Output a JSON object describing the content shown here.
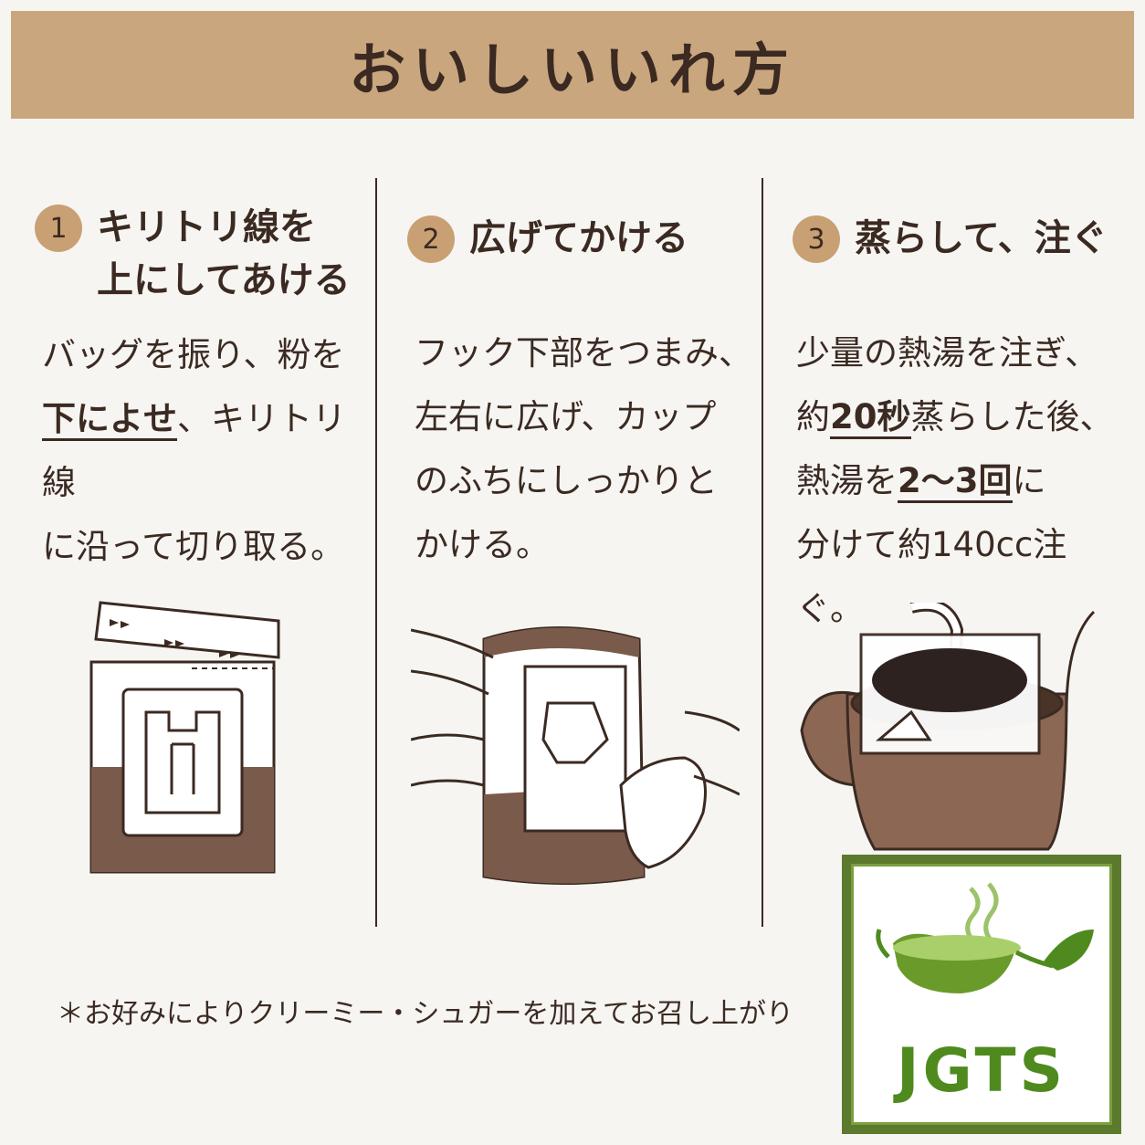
{
  "banner": {
    "title": "おいしいいれ方"
  },
  "steps": [
    {
      "number": "1",
      "title_lines": [
        "キリトリ線を",
        "上にしてあける"
      ],
      "desc": {
        "line1": "バッグを振り、粉を",
        "line2_em": "下によせ",
        "line2_rest": "、キリトリ線",
        "line3": "に沿って切り取る。"
      }
    },
    {
      "number": "2",
      "title_lines": [
        "広げてかける"
      ],
      "desc": {
        "line1": "フック下部をつまみ、",
        "line2": "左右に広げ、カップ",
        "line3": "のふちにしっかりと",
        "line4": "かける。"
      }
    },
    {
      "number": "3",
      "title_lines": [
        "蒸らして、注ぐ"
      ],
      "desc": {
        "line1": "少量の熱湯を注ぎ、",
        "line2_a": "約",
        "line2_em": "20秒",
        "line2_b": "蒸らした後、",
        "line3_a": "熱湯を",
        "line3_em": "2～3回",
        "line3_b": "に",
        "line4": "分けて約140cc注ぐ。"
      }
    }
  ],
  "footnote": "＊お好みによりクリーミー・シュガーを加えてお召し上がり",
  "logo": {
    "text": "JGTS",
    "icon": "tea-cup-leaf-icon"
  },
  "colors": {
    "banner": "#c9a67d",
    "number_badge": "#c8a073",
    "text": "#3b2a22",
    "coffee": "#7a5a4a",
    "logo_green": "#5b7a2e"
  }
}
